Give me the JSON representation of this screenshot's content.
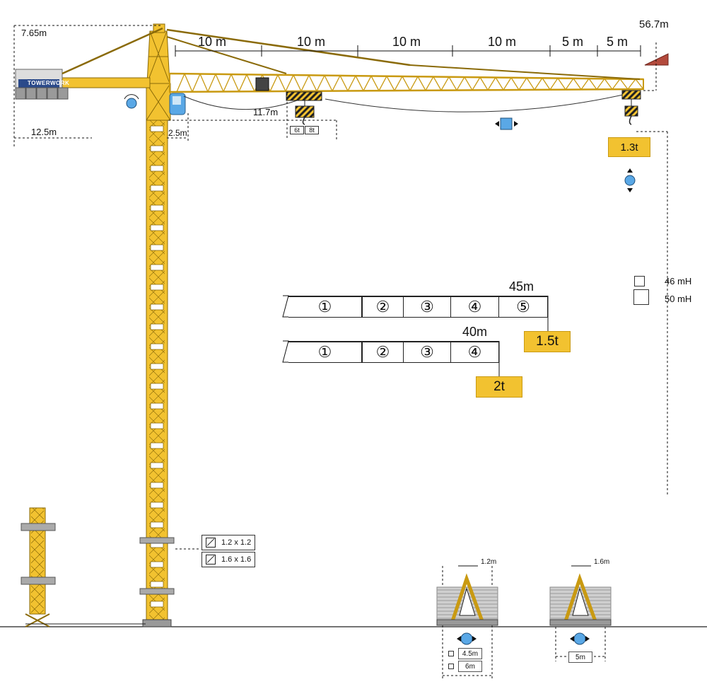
{
  "dimensions": {
    "counter_jib_height": "7.65m",
    "counter_jib_length": "12.5m",
    "mast_offset": "2.5m",
    "trolley_min_radius": "11.7m",
    "max_reach": "56.7m",
    "segments": [
      "10 m",
      "10 m",
      "10 m",
      "10 m",
      "5 m",
      "5 m"
    ]
  },
  "loads": {
    "tip_load": "1.3t",
    "trolley_tags": [
      "6t",
      "8t"
    ]
  },
  "height_options": [
    {
      "label": "46 mH"
    },
    {
      "label": "50 mH"
    }
  ],
  "jib_configs": [
    {
      "length_label": "45m",
      "sections": [
        "①",
        "②",
        "③",
        "④",
        "⑤"
      ],
      "tip_load": "1.5t"
    },
    {
      "length_label": "40m",
      "sections": [
        "①",
        "②",
        "③",
        "④"
      ],
      "tip_load": "2t"
    }
  ],
  "mast_sections": [
    {
      "label": "1.2 x 1.2"
    },
    {
      "label": "1.6 x 1.6"
    }
  ],
  "bases": [
    {
      "top_width": "1.2m",
      "spans": [
        "4.5m",
        "6m"
      ]
    },
    {
      "top_width": "1.6m",
      "spans": [
        "5m"
      ]
    }
  ],
  "brand": "TOWERWORK",
  "colors": {
    "crane": "#f2c230",
    "crane_dark": "#c99a12",
    "accent_blue": "#5aa8e6",
    "counterweight_red": "#b34a3c"
  }
}
